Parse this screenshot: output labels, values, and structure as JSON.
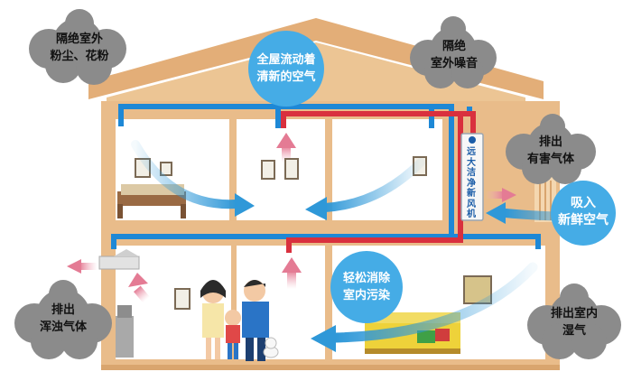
{
  "labels": {
    "outdoor_dust": [
      "隔绝室外",
      "粉尘、花粉"
    ],
    "outdoor_noise": [
      "隔绝",
      "室外噪音"
    ],
    "house_air": [
      "全屋流动着",
      "清新的空气"
    ],
    "exhaust_harmful": [
      "排出",
      "有害气体"
    ],
    "fresh_intake": [
      "吸入",
      "新鲜空气"
    ],
    "exhaust_dirty": [
      "排出",
      "浑浊气体"
    ],
    "exhaust_humid": [
      "排出室内",
      "湿气"
    ],
    "remove_pollution": [
      "轻松消除",
      "室内污染"
    ],
    "unit_name": "远大洁净新风机"
  },
  "colors": {
    "roof": "#e9bc8a",
    "wall": "#e9bc8a",
    "room": "#ffffff",
    "blue_duct": "#1e88d6",
    "red_duct": "#d9303e",
    "airflow": "#2f98d8",
    "bubble": "#45ace6",
    "cloud": "#888888"
  },
  "icons": [
    "family-figures",
    "dog",
    "bed",
    "sofa",
    "range-hood",
    "water-purifier",
    "picture-frame",
    "fresh-air-unit"
  ]
}
